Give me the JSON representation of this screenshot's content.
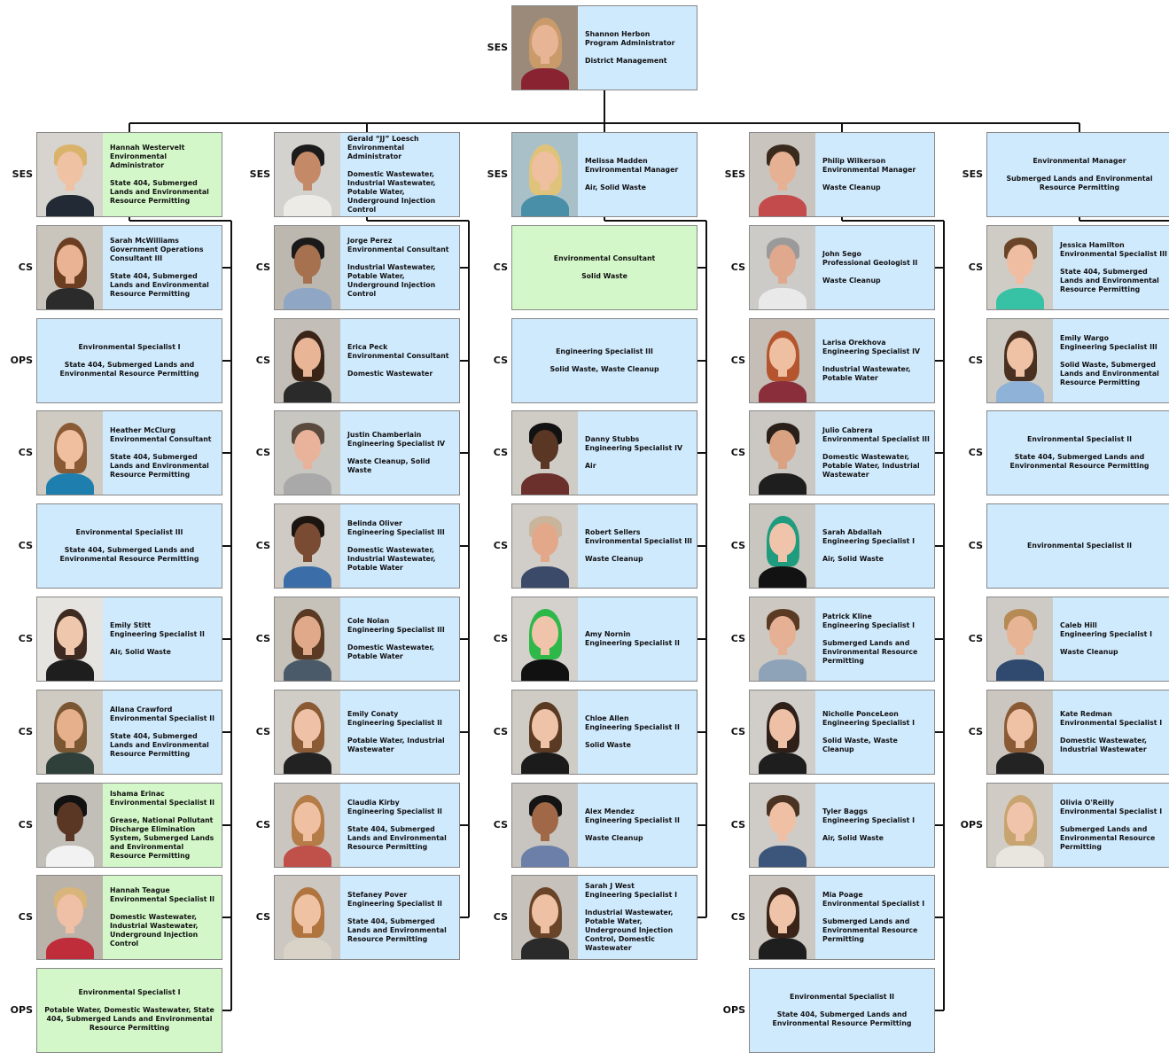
{
  "root": {
    "id": "shannon",
    "level": "SES",
    "name": "Shannon Herbon",
    "title": "Program Administrator",
    "area": "District Management",
    "photo": true,
    "color": "blue"
  },
  "columns": [
    [
      {
        "id": "hannah-w",
        "level": "SES",
        "name": "Hannah Westervelt",
        "title": "Environmental Administrator",
        "area": "State 404, Submerged Lands and Environmental Resource Permitting",
        "photo": true,
        "color": "green"
      },
      {
        "id": "sarah-mcw",
        "level": "CS",
        "name": "Sarah McWilliams",
        "title": "Government Operations Consultant III",
        "area": "State 404, Submerged Lands and Environmental Resource Permitting",
        "photo": true,
        "color": "blue"
      },
      {
        "id": "vac-1a",
        "level": "OPS",
        "name": "",
        "title": "Environmental Specialist I",
        "area": "State 404, Submerged Lands and Environmental Resource Permitting",
        "photo": false,
        "color": "blue"
      },
      {
        "id": "heather",
        "level": "CS",
        "name": "Heather McClurg",
        "title": "Environmental Consultant",
        "area": "State 404, Submerged Lands and Environmental Resource Permitting",
        "photo": true,
        "color": "blue"
      },
      {
        "id": "vac-1b",
        "level": "CS",
        "name": "",
        "title": "Environmental Specialist III",
        "area": "State 404, Submerged Lands and Environmental Resource Permitting",
        "photo": false,
        "color": "blue"
      },
      {
        "id": "emily-s",
        "level": "CS",
        "name": "Emily Stitt",
        "title": "Engineering Specialist II",
        "area": "Air, Solid Waste",
        "photo": true,
        "color": "blue"
      },
      {
        "id": "allana",
        "level": "CS",
        "name": "Allana Crawford",
        "title": "Environmental Specialist II",
        "area": "State 404, Submerged Lands and Environmental Resource Permitting",
        "photo": true,
        "color": "blue"
      },
      {
        "id": "ishama",
        "level": "CS",
        "name": "Ishama Erinac",
        "title": "Environmental Specialist II",
        "area": "Grease, National Pollutant Discharge Elimination System, Submerged Lands and Environmental Resource Permitting",
        "photo": true,
        "color": "green"
      },
      {
        "id": "hannah-t",
        "level": "CS",
        "name": "Hannah Teague",
        "title": "Environmental Specialist II",
        "area": "Domestic Wastewater, Industrial Wastewater, Underground Injection Control",
        "photo": true,
        "color": "green"
      },
      {
        "id": "vac-1c",
        "level": "OPS",
        "name": "",
        "title": "Environmental Specialist I",
        "area": "Potable Water, Domestic Wastewater, State 404, Submerged Lands and Environmental Resource Permitting",
        "photo": false,
        "color": "green"
      }
    ],
    [
      {
        "id": "gerald",
        "level": "SES",
        "name": "Gerald “JJ” Loesch",
        "title": "Environmental Administrator",
        "area": "Domestic Wastewater, Industrial Wastewater, Potable Water, Underground Injection Control",
        "photo": true,
        "color": "blue"
      },
      {
        "id": "jorge",
        "level": "CS",
        "name": "Jorge Perez",
        "title": "Environmental Consultant",
        "area": "Industrial Wastewater, Potable Water, Underground Injection Control",
        "photo": true,
        "color": "blue"
      },
      {
        "id": "erica",
        "level": "CS",
        "name": "Erica Peck",
        "title": "Environmental Consultant",
        "area": "Domestic Wastewater",
        "photo": true,
        "color": "blue"
      },
      {
        "id": "justin",
        "level": "CS",
        "name": "Justin Chamberlain",
        "title": "Engineering Specialist IV",
        "area": "Waste Cleanup, Solid Waste",
        "photo": true,
        "color": "blue"
      },
      {
        "id": "belinda",
        "level": "CS",
        "name": "Belinda Oliver",
        "title": "Engineering Specialist III",
        "area": "Domestic Wastewater, Industrial Wastewater, Potable Water",
        "photo": true,
        "color": "blue"
      },
      {
        "id": "cole",
        "level": "CS",
        "name": "Cole Nolan",
        "title": "Engineering Specialist III",
        "area": "Domestic Wastewater, Potable Water",
        "photo": true,
        "color": "blue"
      },
      {
        "id": "emily-c",
        "level": "CS",
        "name": "Emily Conaty",
        "title": "Engineering Specialist II",
        "area": "Potable Water, Industrial Wastewater",
        "photo": true,
        "color": "blue"
      },
      {
        "id": "claudia",
        "level": "CS",
        "name": "Claudia Kirby",
        "title": "Engineering Specialist II",
        "area": "State 404, Submerged Lands and Environmental Resource Permitting",
        "photo": true,
        "color": "blue"
      },
      {
        "id": "stefaney",
        "level": "CS",
        "name": "Stefaney Pover",
        "title": "Engineering Specialist II",
        "area": "State 404, Submerged Lands and Environmental Resource Permitting",
        "photo": true,
        "color": "blue"
      }
    ],
    [
      {
        "id": "melissa",
        "level": "SES",
        "name": "Melissa Madden",
        "title": "Environmental Manager",
        "area": "Air, Solid Waste",
        "photo": true,
        "color": "blue"
      },
      {
        "id": "vac-3a",
        "level": "CS",
        "name": "",
        "title": "Environmental Consultant",
        "area": "Solid Waste",
        "photo": false,
        "color": "green"
      },
      {
        "id": "vac-3b",
        "level": "CS",
        "name": "",
        "title": "Engineering Specialist III",
        "area": "Solid Waste, Waste Cleanup",
        "photo": false,
        "color": "blue"
      },
      {
        "id": "danny",
        "level": "CS",
        "name": "Danny Stubbs",
        "title": "Engineering Specialist IV",
        "area": "Air",
        "photo": true,
        "color": "blue"
      },
      {
        "id": "robert",
        "level": "CS",
        "name": "Robert Sellers",
        "title": "Environmental Specialist III",
        "area": "Waste Cleanup",
        "photo": true,
        "color": "blue"
      },
      {
        "id": "amy",
        "level": "CS",
        "name": "Amy Nornin",
        "title": "Engineering Specialist II",
        "area": "",
        "photo": true,
        "color": "blue"
      },
      {
        "id": "chloe",
        "level": "CS",
        "name": "Chloe Allen",
        "title": "Engineering Specialist II",
        "area": "Solid Waste",
        "photo": true,
        "color": "blue"
      },
      {
        "id": "alex",
        "level": "CS",
        "name": "Alex Mendez",
        "title": "Engineering Specialist II",
        "area": "Waste Cleanup",
        "photo": true,
        "color": "blue"
      },
      {
        "id": "sarah-w",
        "level": "CS",
        "name": "Sarah J West",
        "title": "Engineering Specialist I",
        "area": "Industrial Wastewater, Potable Water, Underground Injection Control, Domestic Wastewater",
        "photo": true,
        "color": "blue"
      }
    ],
    [
      {
        "id": "philip",
        "level": "SES",
        "name": "Philip Wilkerson",
        "title": "Environmental Manager",
        "area": "Waste Cleanup",
        "photo": true,
        "color": "blue"
      },
      {
        "id": "john",
        "level": "CS",
        "name": "John Sego",
        "title": "Professional Geologist II",
        "area": "Waste Cleanup",
        "photo": true,
        "color": "blue"
      },
      {
        "id": "larisa",
        "level": "CS",
        "name": "Larisa Orekhova",
        "title": "Engineering Specialist IV",
        "area": "Industrial Wastewater, Potable Water",
        "photo": true,
        "color": "blue"
      },
      {
        "id": "julio",
        "level": "CS",
        "name": "Julio Cabrera",
        "title": "Environmental Specialist III",
        "area": "Domestic Wastewater, Potable Water, Industrial Wastewater",
        "photo": true,
        "color": "blue"
      },
      {
        "id": "sarah-a",
        "level": "CS",
        "name": "Sarah Abdallah",
        "title": "Engineering Specialist I",
        "area": "Air, Solid Waste",
        "photo": true,
        "color": "blue"
      },
      {
        "id": "patrick",
        "level": "CS",
        "name": "Patrick Kline",
        "title": "Engineering Specialist I",
        "area": "Submerged Lands and Environmental Resource Permitting",
        "photo": true,
        "color": "blue"
      },
      {
        "id": "nicholle",
        "level": "CS",
        "name": "Nicholle PonceLeon",
        "title": "Engineering Specialist I",
        "area": "Solid Waste, Waste Cleanup",
        "photo": true,
        "color": "blue"
      },
      {
        "id": "tyler",
        "level": "CS",
        "name": "Tyler Baggs",
        "title": "Engineering Specialist I",
        "area": "Air, Solid Waste",
        "photo": true,
        "color": "blue"
      },
      {
        "id": "mia",
        "level": "CS",
        "name": "Mia Poage",
        "title": "Environmental Specialist I",
        "area": "Submerged Lands and Environmental Resource Permitting",
        "photo": true,
        "color": "blue"
      },
      {
        "id": "vac-4a",
        "level": "OPS",
        "name": "",
        "title": "Environmental Specialist II",
        "area": "State 404, Submerged Lands and Environmental Resource Permitting",
        "photo": false,
        "color": "blue"
      }
    ],
    [
      {
        "id": "vac-5a",
        "level": "SES",
        "name": "",
        "title": "Environmental Manager",
        "area": "Submerged Lands and Environmental Resource Permitting",
        "photo": false,
        "color": "blue"
      },
      {
        "id": "jessica",
        "level": "CS",
        "name": "Jessica Hamilton",
        "title": "Environmental Specialist III",
        "area": "State 404, Submerged Lands and Environmental Resource Permitting",
        "photo": true,
        "color": "blue"
      },
      {
        "id": "emily-w",
        "level": "CS",
        "name": "Emily Wargo",
        "title": "Engineering Specialist III",
        "area": "Solid Waste, Submerged Lands and Environmental Resource Permitting",
        "photo": true,
        "color": "blue"
      },
      {
        "id": "vac-5b",
        "level": "CS",
        "name": "",
        "title": "Environmental Specialist II",
        "area": "State 404, Submerged Lands and Environmental Resource Permitting",
        "photo": false,
        "color": "blue"
      },
      {
        "id": "vac-5c",
        "level": "CS",
        "name": "",
        "title": "Environmental Specialist II",
        "area": "",
        "photo": false,
        "color": "blue"
      },
      {
        "id": "caleb",
        "level": "CS",
        "name": "Caleb Hill",
        "title": "Engineering Specialist I",
        "area": "Waste Cleanup",
        "photo": true,
        "color": "blue"
      },
      {
        "id": "kate",
        "level": "CS",
        "name": "Kate Redman",
        "title": "Environmental Specialist I",
        "area": "Domestic Wastewater, Industrial Wastewater",
        "photo": true,
        "color": "blue"
      },
      {
        "id": "olivia",
        "level": "OPS",
        "name": "Olivia O'Reilly",
        "title": "Environmental Specialist I",
        "area": "Submerged Lands and Environmental Resource Permitting",
        "photo": true,
        "color": "blue"
      }
    ]
  ],
  "colors": {
    "blue": "#cfe9fd",
    "green": "#d3f7c8",
    "border": "#888888",
    "line": "#111111"
  },
  "photos": {
    "shannon": {
      "bg": "#9b8a7a",
      "hair": "#c99a6a",
      "skin": "#e8b496",
      "shirt": "#8a2331",
      "long": true
    },
    "hannah-w": {
      "bg": "#d7d3ce",
      "hair": "#d9b36a",
      "skin": "#efc2a3",
      "shirt": "#222a36",
      "long": false
    },
    "sarah-mcw": {
      "bg": "#c9c4bc",
      "hair": "#6b3e22",
      "skin": "#eab394",
      "shirt": "#2b2b2b",
      "long": true
    },
    "heather": {
      "bg": "#cfcac2",
      "hair": "#8a5a35",
      "skin": "#efbfa0",
      "shirt": "#1e7fae",
      "long": true
    },
    "emily-s": {
      "bg": "#e6e4e1",
      "hair": "#3e2a20",
      "skin": "#efc7ac",
      "shirt": "#1e1e1e",
      "long": true
    },
    "allana": {
      "bg": "#cfcbc3",
      "hair": "#7a5632",
      "skin": "#e6b08c",
      "shirt": "#2f3f39",
      "long": true
    },
    "ishama": {
      "bg": "#c2bfb9",
      "hair": "#111111",
      "skin": "#5a3624",
      "shirt": "#f2f2f2",
      "long": false
    },
    "hannah-t": {
      "bg": "#b9b3a9",
      "hair": "#d8b57a",
      "skin": "#f0c0a6",
      "shirt": "#c02d3a",
      "long": false
    },
    "gerald": {
      "bg": "#d4d2ce",
      "hair": "#1b1b1b",
      "skin": "#c48a68",
      "shirt": "#ecebe6",
      "long": false
    },
    "jorge": {
      "bg": "#bcb8b0",
      "hair": "#1a1a1a",
      "skin": "#a6714f",
      "shirt": "#8fa6c4",
      "long": false
    },
    "erica": {
      "bg": "#c3bfb8",
      "hair": "#3a2418",
      "skin": "#e8b596",
      "shirt": "#2a2a2a",
      "long": true
    },
    "justin": {
      "bg": "#c8c6c1",
      "hair": "#5a4a3e",
      "skin": "#e8b39a",
      "shirt": "#a9a9a9",
      "long": false
    },
    "belinda": {
      "bg": "#cfcbc4",
      "hair": "#1c1410",
      "skin": "#7a4b33",
      "shirt": "#3b6ea8",
      "long": false
    },
    "cole": {
      "bg": "#c6c2ba",
      "hair": "#5a3a22",
      "skin": "#e0a98a",
      "shirt": "#4b5a68",
      "long": true
    },
    "emily-c": {
      "bg": "#d0ccc6",
      "hair": "#8a5a35",
      "skin": "#efc2a8",
      "shirt": "#222222",
      "long": true
    },
    "claudia": {
      "bg": "#cac6bf",
      "hair": "#b57c48",
      "skin": "#efc0a2",
      "shirt": "#c0504a",
      "long": true
    },
    "stefaney": {
      "bg": "#ccc8c1",
      "hair": "#b0743f",
      "skin": "#efc2a4",
      "shirt": "#d9d2c6",
      "long": true
    },
    "melissa": {
      "bg": "#a9c0c9",
      "hair": "#e0c37a",
      "skin": "#efc0a0",
      "shirt": "#4a8fa8",
      "long": true
    },
    "danny": {
      "bg": "#cfccc6",
      "hair": "#121212",
      "skin": "#5a3624",
      "shirt": "#6b2f2c",
      "long": false
    },
    "robert": {
      "bg": "#d1cec9",
      "hair": "#c9b59c",
      "skin": "#e3a88a",
      "shirt": "#3c4a6a",
      "long": false
    },
    "amy": {
      "bg": "#d4d1cc",
      "hair": "#2fb84a",
      "skin": "#efc4ab",
      "shirt": "#111111",
      "long": true
    },
    "chloe": {
      "bg": "#cfcbc5",
      "hair": "#5a3a22",
      "skin": "#efc3a8",
      "shirt": "#1b1b1b",
      "long": true
    },
    "alex": {
      "bg": "#c8c5c0",
      "hair": "#141414",
      "skin": "#a06846",
      "shirt": "#6c7fa8",
      "long": false
    },
    "sarah-w": {
      "bg": "#c6c2bb",
      "hair": "#6a4428",
      "skin": "#efc1a4",
      "shirt": "#2a2a2a",
      "long": true
    },
    "philip": {
      "bg": "#c9c5be",
      "hair": "#3a2a1e",
      "skin": "#e6b092",
      "shirt": "#c44b4b",
      "long": false
    },
    "john": {
      "bg": "#cdcbc7",
      "hair": "#9a9a9a",
      "skin": "#e0a88c",
      "shirt": "#e9e9e9",
      "long": false
    },
    "larisa": {
      "bg": "#c4beb6",
      "hair": "#b5552e",
      "skin": "#efbfa2",
      "shirt": "#8a2e3c",
      "long": true
    },
    "julio": {
      "bg": "#cbc8c3",
      "hair": "#2a1f18",
      "skin": "#d9a283",
      "shirt": "#1e1e1e",
      "long": false
    },
    "sarah-a": {
      "bg": "#c9c6c0",
      "hair": "#1f9c7e",
      "skin": "#efc4aa",
      "shirt": "#121212",
      "long": true
    },
    "patrick": {
      "bg": "#cdc9c2",
      "hair": "#5a3a22",
      "skin": "#e6b094",
      "shirt": "#8ea3b8",
      "long": false
    },
    "nicholle": {
      "bg": "#d1cec9",
      "hair": "#2e2018",
      "skin": "#eec1a6",
      "shirt": "#1e1e1e",
      "long": true
    },
    "tyler": {
      "bg": "#cfccc7",
      "hair": "#4a3322",
      "skin": "#efc0a4",
      "shirt": "#3c557a",
      "long": false
    },
    "mia": {
      "bg": "#ccc8c1",
      "hair": "#3a2418",
      "skin": "#efc3a8",
      "shirt": "#1e1e1e",
      "long": true
    },
    "jessica": {
      "bg": "#cfccc6",
      "hair": "#6a4428",
      "skin": "#efbea2",
      "shirt": "#37c2a6",
      "long": false
    },
    "emily-w": {
      "bg": "#cdc9c3",
      "hair": "#4a3020",
      "skin": "#efc2a6",
      "shirt": "#8fb3d8",
      "long": true
    },
    "caleb": {
      "bg": "#cecbc6",
      "hair": "#b58a55",
      "skin": "#e8b496",
      "shirt": "#2f4a6e",
      "long": false
    },
    "kate": {
      "bg": "#cbc7c0",
      "hair": "#8a5a35",
      "skin": "#efc2a6",
      "shirt": "#232323",
      "long": true
    },
    "olivia": {
      "bg": "#d0ccc5",
      "hair": "#c8a470",
      "skin": "#efc4aa",
      "shirt": "#e9e6df",
      "long": true
    }
  }
}
